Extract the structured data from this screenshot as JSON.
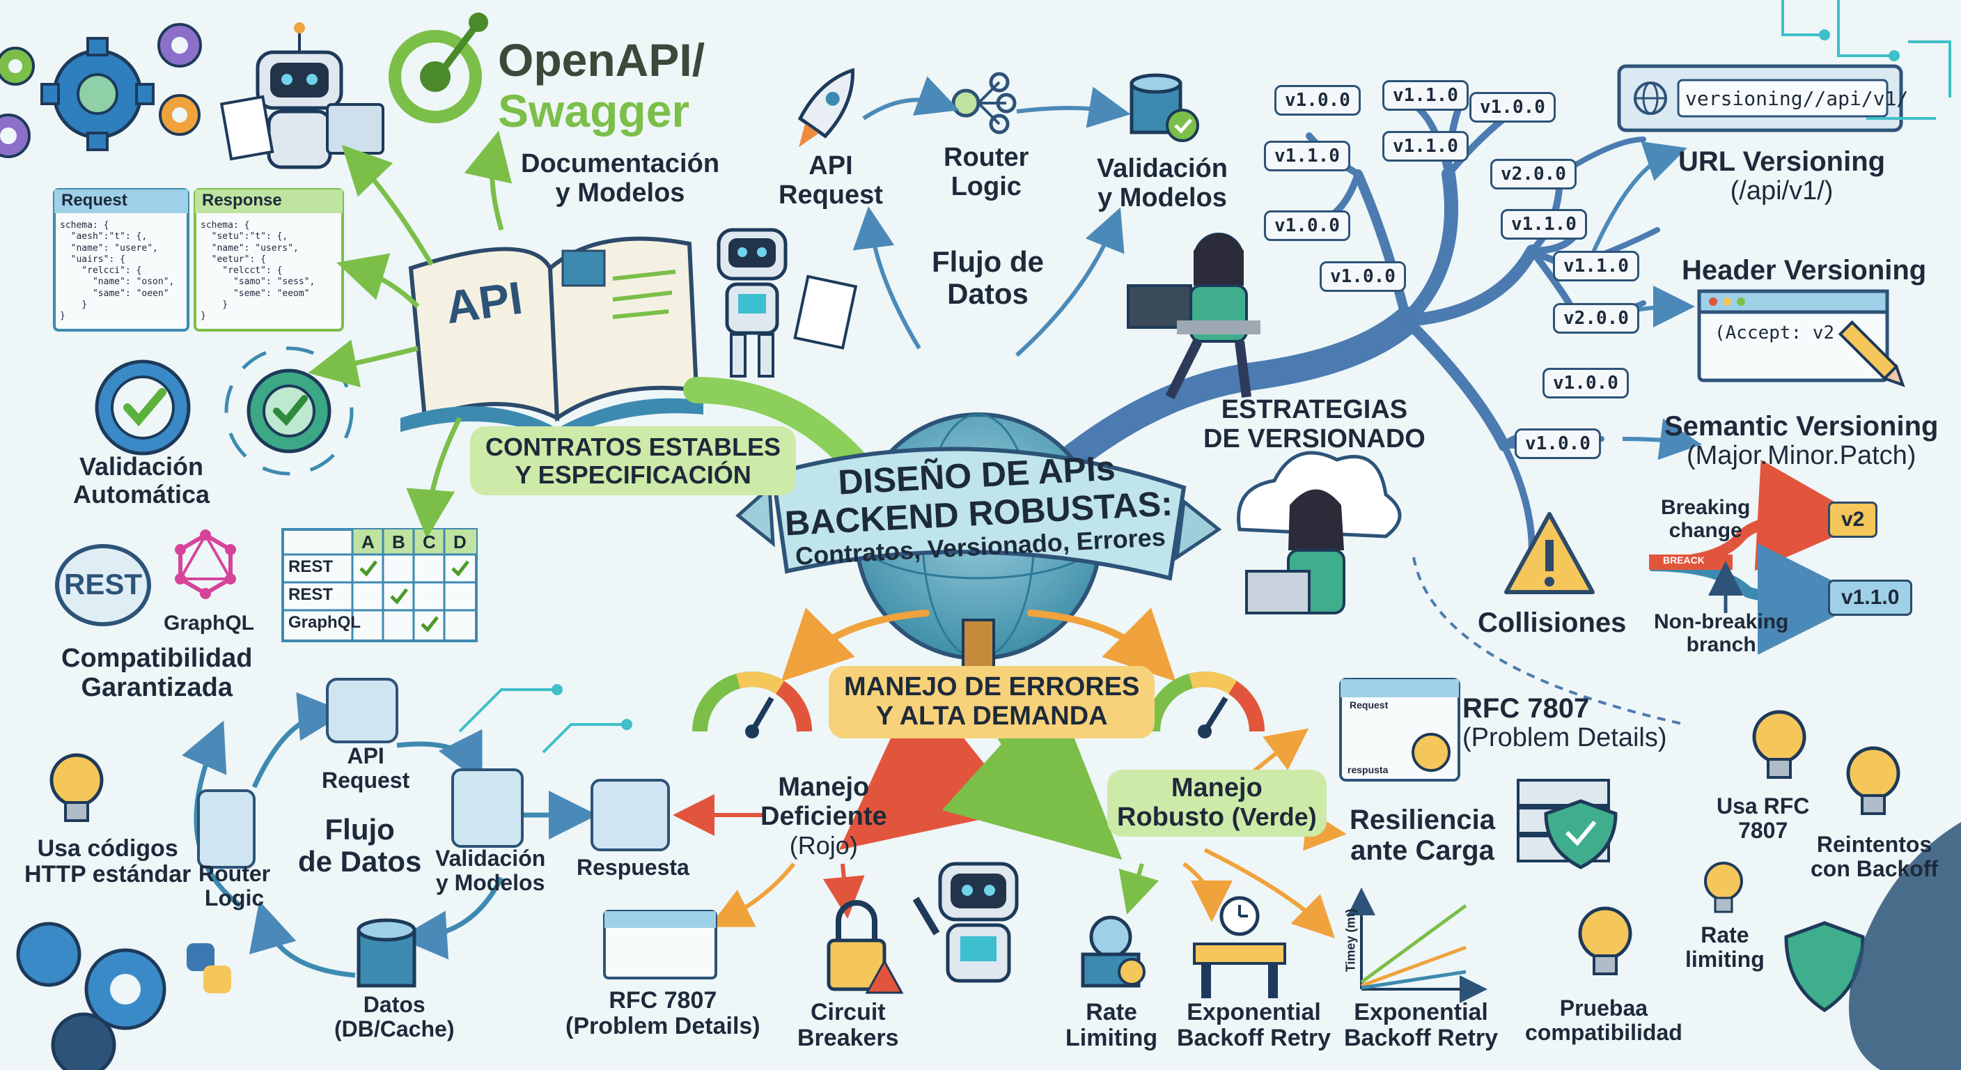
{
  "colors": {
    "background": "#eef6f8",
    "navy": "#2d5378",
    "green": "#7bbf49",
    "orange": "#f08a3c",
    "red": "#e2553d",
    "yellow": "#f5c65a",
    "teal": "#3d9aa8",
    "tree_blue": "#4b7bb0"
  },
  "center": {
    "line1": "DISEÑO DE APIs",
    "line2": "BACKEND ROBUSTAS:",
    "line3": "Contratos, Versionado, Errores"
  },
  "branches": {
    "contratos": "CONTRATOS ESTABLES\nY ESPECIFICACIÓN",
    "versionado": "ESTRATEGIAS\nDE VERSIONADO",
    "errores": "MANEJO DE ERRORES\nY ALTA DEMANDA",
    "flujo": "Flujo de\nDatos"
  },
  "openapi": {
    "line1": "OpenAPI/",
    "line2": "Swagger"
  },
  "contratos_section": {
    "doc_models": "Documentación\ny Modelos",
    "book_label": "API",
    "request_panel": {
      "title": "Request",
      "code": "schema: {\n  \"aesh\":\"t\": {,\n  \"name\": \"usere\",\n  \"uairs\": {\n    \"relcci\": {\n      \"name\": \"oson\",\n      \"same\": \"oeen\"\n    }\n}"
    },
    "response_panel": {
      "title": "Response",
      "code": "schema: {\n  \"setu\":\"t\": {,\n  \"name\": \"users\",\n  \"eetur\": {\n    \"relcct\": {\n      \"samo\": \"sess\",\n      \"seme\": \"eeom\"\n    }\n}"
    },
    "validacion": "Validación\nAutomática",
    "rest": "REST",
    "graphql": "GraphQL",
    "compat": "Compatibilidad\nGarantizada",
    "table": {
      "headers": [
        "A",
        "B",
        "C",
        "D"
      ],
      "rows": [
        {
          "label": "REST",
          "checks": [
            true,
            false,
            false,
            true
          ]
        },
        {
          "label": "REST",
          "checks": [
            false,
            true,
            false,
            false
          ]
        },
        {
          "label": "GraphQL",
          "checks": [
            false,
            false,
            true,
            false
          ]
        }
      ]
    }
  },
  "top_flow": {
    "api_request": "API\nRequest",
    "router_logic": "Router\nLogic",
    "validacion": "Validación\ny Modelos"
  },
  "versions": {
    "tags": [
      "v1.0.0",
      "v1.1.0",
      "v1.0.0",
      "v1.1.0",
      "v1.1.0",
      "v2.0.0",
      "v1.0.0",
      "v1.1.0",
      "v1.0.0",
      "v1.1.0",
      "v2.0.0",
      "v1.0.0",
      "v1.0.0"
    ],
    "url_bar": "versioning//api/v1/",
    "url_versioning": "URL Versioning",
    "url_example": "(/api/v1/)",
    "header_versioning": "Header Versioning",
    "header_example": "(Accept: v2",
    "semantic": "Semantic Versioning",
    "semantic_sub": "(Major.Minor.Patch)",
    "breaking": "Breaking\nchange",
    "break_tag": "BREACK",
    "non_breaking": "Non-breaking\nbranch",
    "v2": "v2",
    "v110": "v1.1.0",
    "collisiones": "Collisiones"
  },
  "left_flow": {
    "usa_codigos": "Usa códigos\nHTTP estándar",
    "api_request": "API\nRequest",
    "flujo": "Flujo\nde Datos",
    "router": "Router\nLogic",
    "validacion": "Validación\ny Modelos",
    "respuesta": "Respuesta",
    "datos": "Datos\n(DB/Cache)"
  },
  "errores_section": {
    "deficiente": "Manejo\nDeficiente",
    "deficiente_sub": "(Rojo)",
    "robusto": "Manejo\nRobusto",
    "robusto_sub": "(Verde)",
    "rfc_left": "RFC 7807\n(Problem Details)",
    "circuit": "Circuit\nBreakers",
    "rate": "Rate\nLimiting",
    "exp1": "Exponential\nBackoff Retry",
    "exp2": "Exponential\nBackoff Retry",
    "rfc_right_title": "RFC 7807",
    "rfc_right_sub": "(Problem Details)",
    "resiliencia": "Resiliencia\nante Carga",
    "chart_axis": "Timey (mt)",
    "rfc_card_line1": "Request",
    "rfc_card_line2": "respusta"
  },
  "right_bottom": {
    "usa_rfc": "Usa RFC\n7807",
    "reintentos": "Reintentos\ncon Backoff",
    "rate": "Rate\nlimiting",
    "prueba": "Pruebaa\ncompatibilidad"
  },
  "icons": [
    "gear-icon",
    "robot-icon",
    "book-icon",
    "rocket-icon",
    "router-icon",
    "database-icon",
    "checkmark-icon",
    "lightbulb-icon",
    "warning-icon",
    "lock-icon",
    "shield-icon",
    "gauge-icon",
    "globe-icon",
    "pencil-icon",
    "python-icon",
    "clock-icon",
    "barrier-icon",
    "server-icon"
  ]
}
